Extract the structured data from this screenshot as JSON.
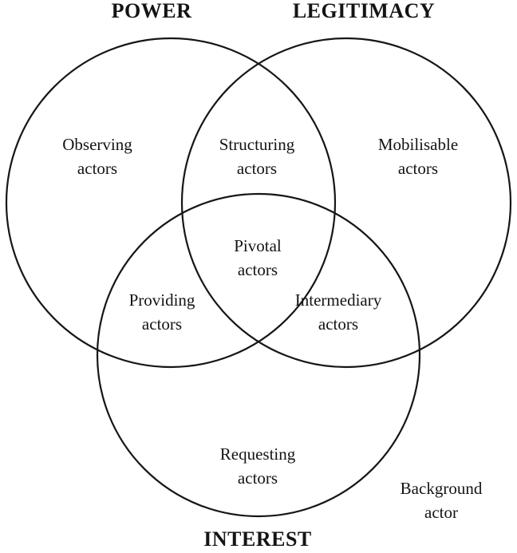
{
  "diagram": {
    "titles": {
      "power": "POWER",
      "legitimacy": "LEGITIMACY",
      "interest": "INTEREST"
    },
    "regions": {
      "observing": "Observing\nactors",
      "structuring": "Structuring\nactors",
      "mobilisable": "Mobilisable\nactors",
      "pivotal": "Pivotal\nactors",
      "providing": "Providing\nactors",
      "intermediary": "Intermediary\nactors",
      "requesting": "Requesting\nactors",
      "background_outside": "Background\nactor"
    },
    "colors": {
      "stroke": "#161616",
      "text": "#141414",
      "background": "#ffffff"
    }
  }
}
